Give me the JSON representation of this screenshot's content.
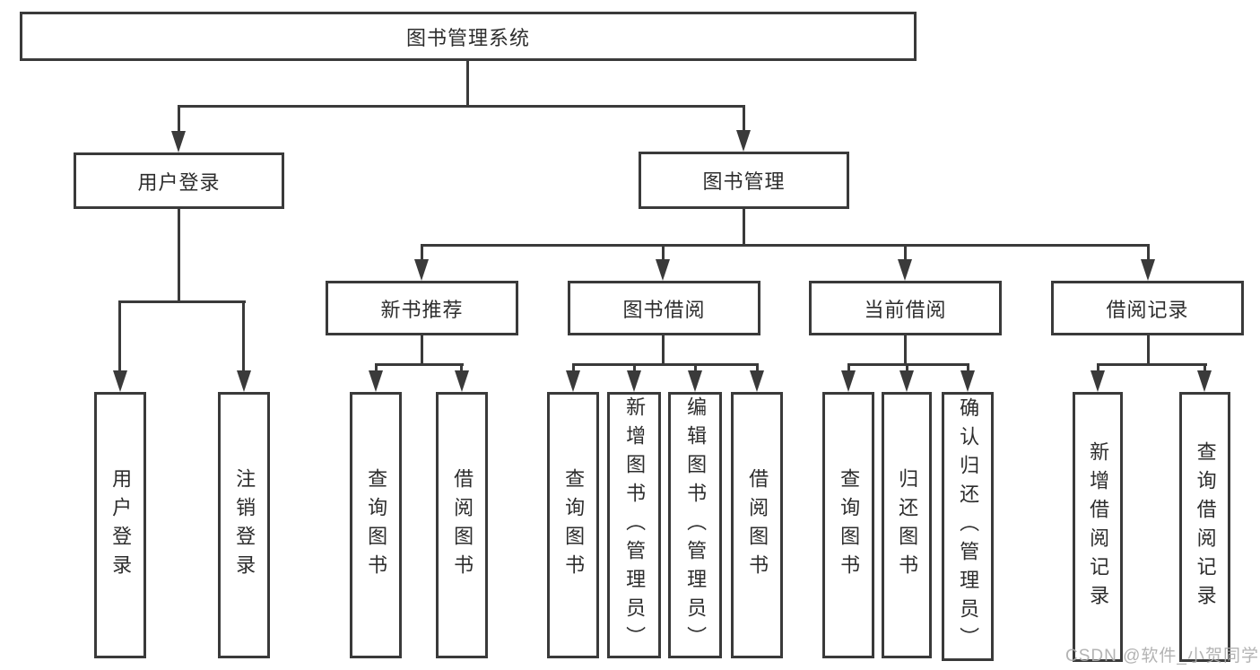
{
  "diagram": {
    "type": "tree",
    "title": "图书管理系统",
    "root": {
      "label": "图书管理系统",
      "children": [
        {
          "label": "用户登录",
          "children": [
            {
              "label": "用户登录"
            },
            {
              "label": "注销登录"
            }
          ]
        },
        {
          "label": "图书管理",
          "children": [
            {
              "label": "新书推荐",
              "children": [
                {
                  "label": "查询图书"
                },
                {
                  "label": "借阅图书"
                }
              ]
            },
            {
              "label": "图书借阅",
              "children": [
                {
                  "label": "查询图书"
                },
                {
                  "label": "新增图书（管理员）"
                },
                {
                  "label": "编辑图书（管理员）"
                },
                {
                  "label": "借阅图书"
                }
              ]
            },
            {
              "label": "当前借阅",
              "children": [
                {
                  "label": "查询图书"
                },
                {
                  "label": "归还图书"
                },
                {
                  "label": "确认归还（管理员）"
                }
              ]
            },
            {
              "label": "借阅记录",
              "children": [
                {
                  "label": "新增借阅记录"
                },
                {
                  "label": "查询借阅记录"
                }
              ]
            }
          ]
        }
      ]
    }
  },
  "watermark": {
    "text": "CSDN @软件_小贺同学",
    "color": "#acacac"
  },
  "colors": {
    "border": "#3a3a3a",
    "text": "#2d2d2d",
    "background": "#ffffff"
  }
}
